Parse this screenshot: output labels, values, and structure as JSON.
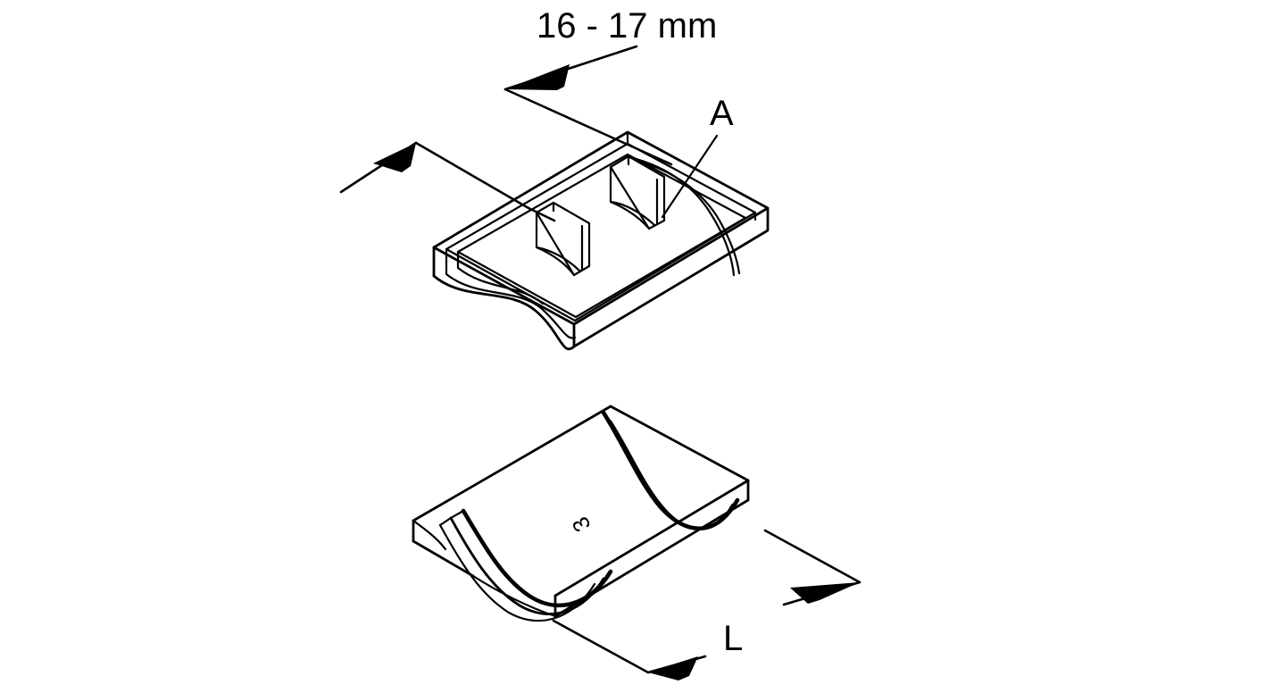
{
  "drawing": {
    "type": "technical-isometric-line-drawing",
    "subject": "two-part cable saddle clamp",
    "background_color": "#ffffff",
    "line_color": "#000000",
    "annotations": {
      "dimension_width": "16 - 17 mm",
      "callout_a": "A",
      "dimension_length": "L",
      "part_marking": "3"
    },
    "parts": [
      {
        "name": "upper-cover",
        "description": "rectangular tray shell with two internal curved fins and arched front cutout"
      },
      {
        "name": "lower-saddle",
        "description": "base block with concave curved channel and embossed marking"
      }
    ],
    "leaders": [
      {
        "name": "width-leader-upper",
        "label": "16 - 17 mm"
      },
      {
        "name": "width-leader-lower",
        "label": "16 - 17 mm"
      },
      {
        "name": "callout-leader-a",
        "label": "A"
      },
      {
        "name": "length-leader-upper",
        "label": "L"
      },
      {
        "name": "length-leader-lower",
        "label": "L"
      }
    ]
  }
}
